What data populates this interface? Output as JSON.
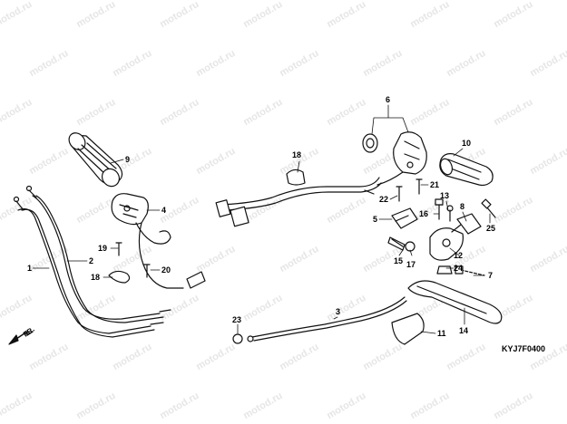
{
  "watermark": "motod.ru",
  "diagram_code": "KYJ7F0400",
  "direction_label": "FR.",
  "callouts": [
    "1",
    "2",
    "3",
    "4",
    "5",
    "6",
    "7",
    "8",
    "9",
    "10",
    "11",
    "12",
    "13",
    "14",
    "15",
    "16",
    "17",
    "18",
    "18",
    "19",
    "20",
    "21",
    "22",
    "23",
    "24",
    "25"
  ]
}
